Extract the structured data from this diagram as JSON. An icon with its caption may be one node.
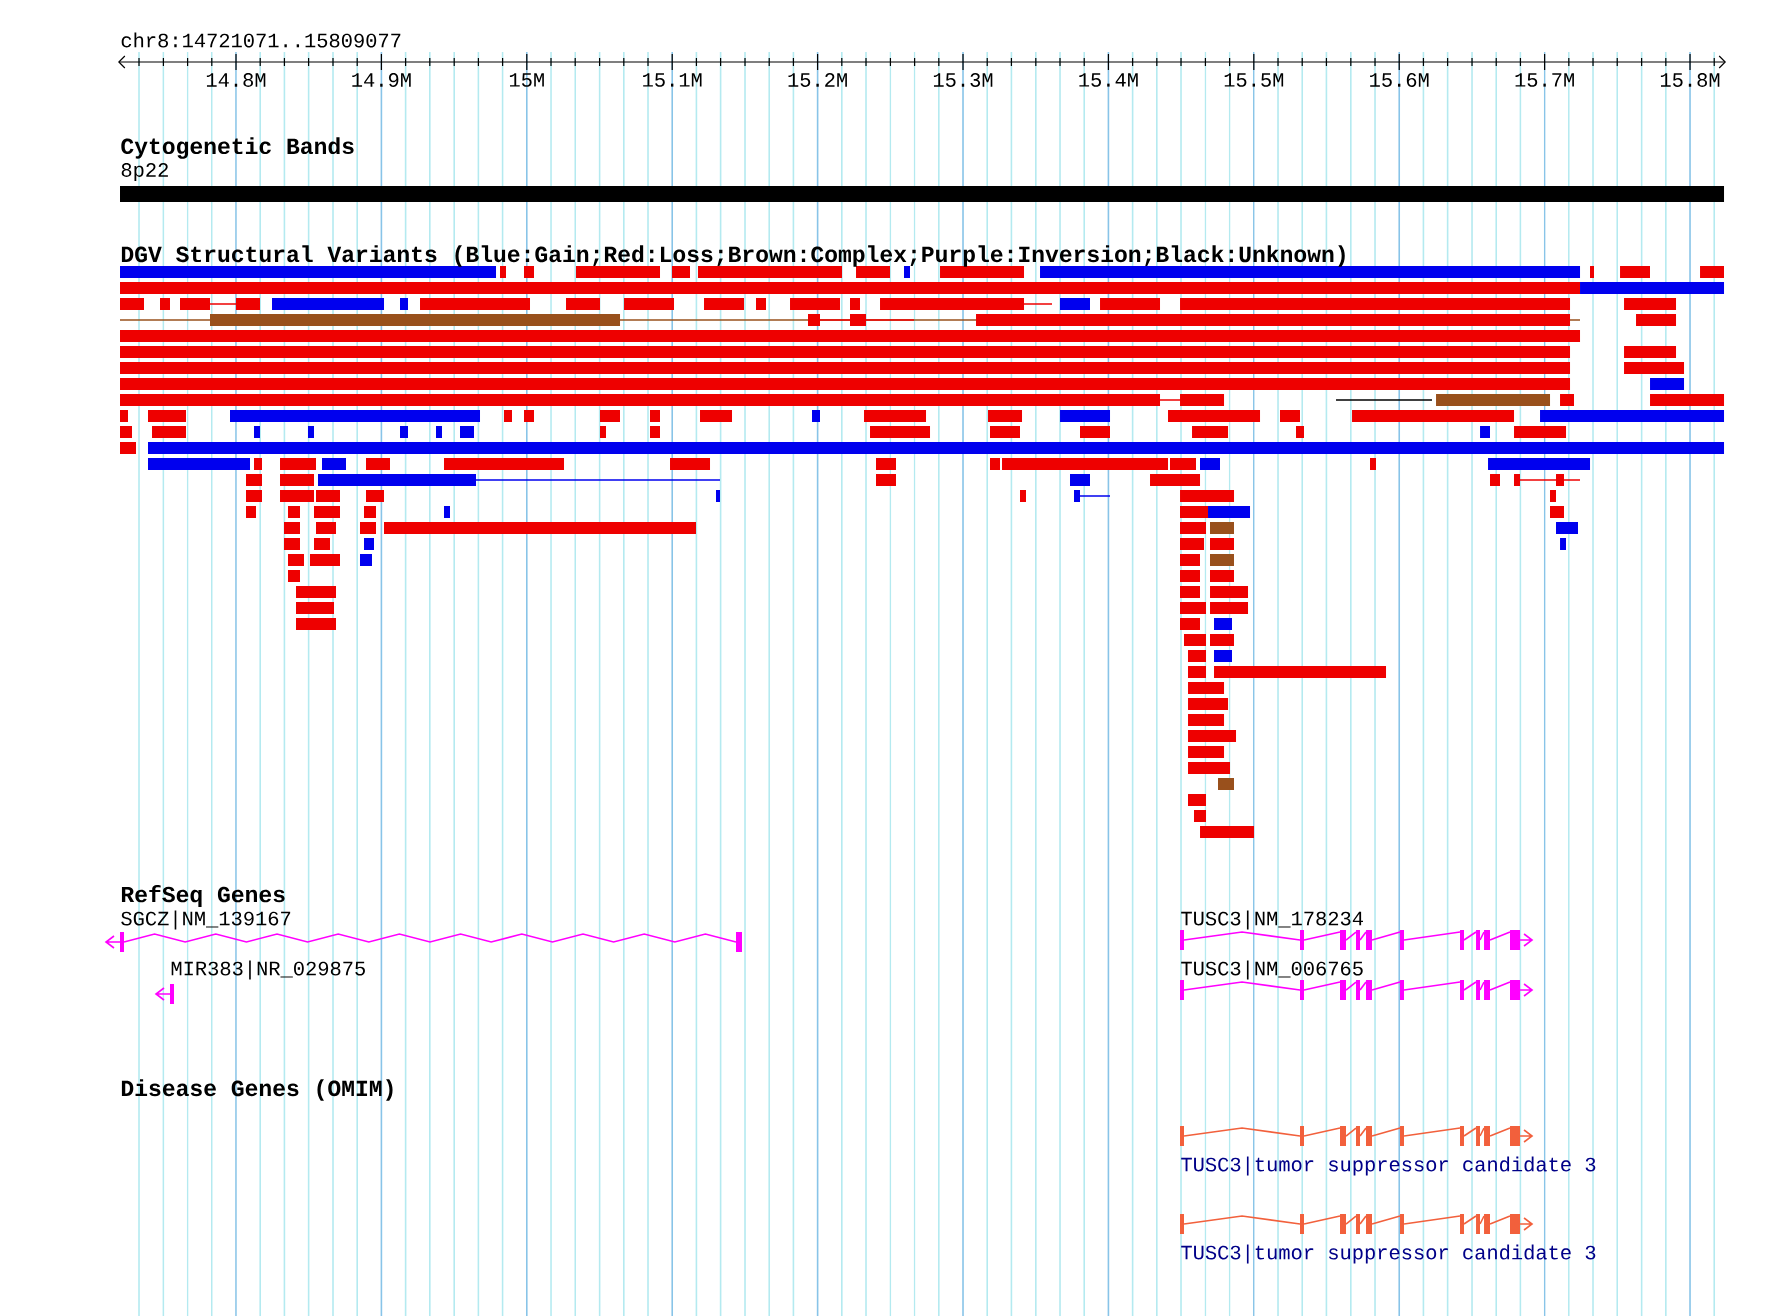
{
  "diagram": {
    "labels": [
      "chr8:14721071..15809077",
      "14.8M",
      "14.9M",
      "15M",
      "15.1M",
      "15.2M",
      "15.3M",
      "15.4M",
      "15.5M",
      "15.6M",
      "15.7M",
      "15.8M",
      "Cytogenetic Bands",
      "8p22",
      "DGV Structural Variants (Blue:Gain;Red:Loss;Brown:Complex;Purple:Inversion;Black:Unknown)",
      "RefSeq Genes",
      "SGCZ|NM_139167",
      "TUSC3|NM_178234",
      "MIR383|NR_029875",
      "TUSC3|NM_006765",
      "Disease Genes (OMIM)",
      "TUSC3|tumor suppressor candidate 3",
      "TUSC3|tumor suppressor candidate 3"
    ]
  }
}
